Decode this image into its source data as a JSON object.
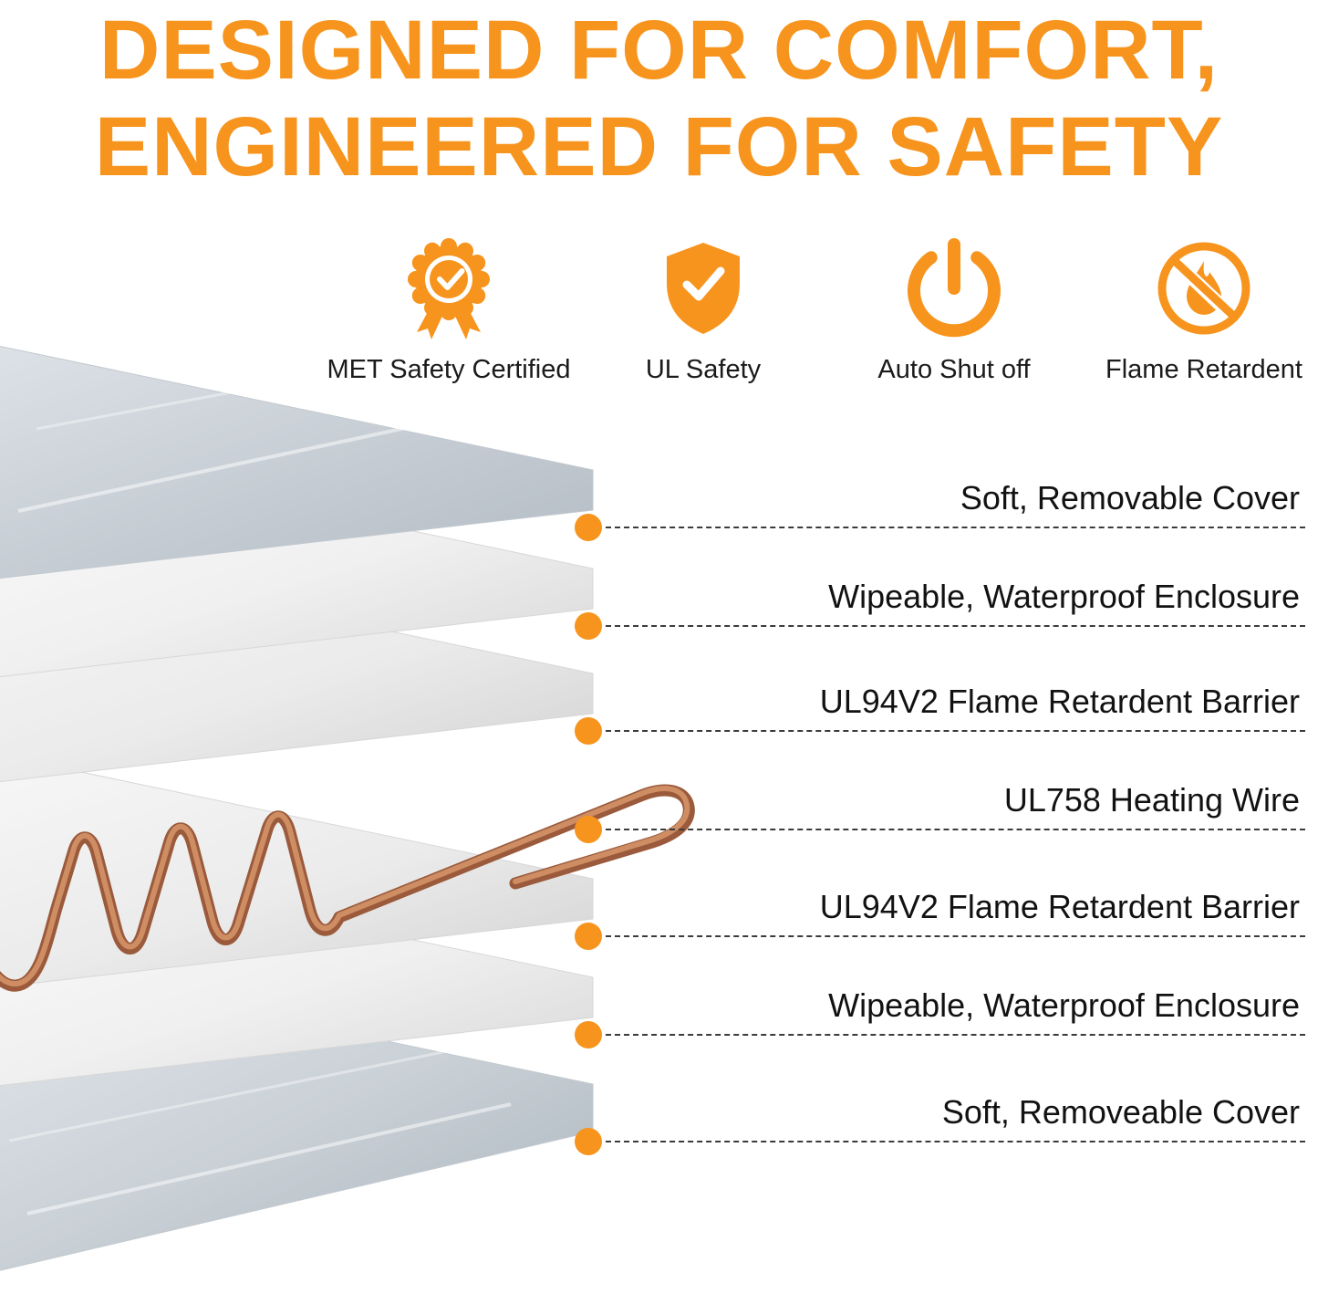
{
  "title": {
    "line1": "DESIGNED FOR COMFORT,",
    "line2": "ENGINEERED FOR SAFETY"
  },
  "badges": [
    {
      "label": "MET Safety Certified",
      "icon": "met-certified-rosette-icon"
    },
    {
      "label": "UL Safety",
      "icon": "shield-check-icon"
    },
    {
      "label": "Auto Shut off",
      "icon": "power-icon"
    },
    {
      "label": "Flame Retardent",
      "icon": "no-flame-icon"
    }
  ],
  "layers": [
    {
      "label": "Soft, Removable Cover"
    },
    {
      "label": "Wipeable, Waterproof Enclosure"
    },
    {
      "label": "UL94V2 Flame Retardent Barrier"
    },
    {
      "label": "UL758 Heating Wire"
    },
    {
      "label": "UL94V2 Flame Retardent Barrier"
    },
    {
      "label": "Wipeable, Waterproof Enclosure"
    },
    {
      "label": "Soft, Removeable Cover"
    }
  ],
  "colors": {
    "accent": "#F7941D",
    "label_text": "#121212",
    "copper": "#AF6B47",
    "sheet_gray": "#C6CDD4",
    "sheet_white": "#F4F4F4"
  }
}
